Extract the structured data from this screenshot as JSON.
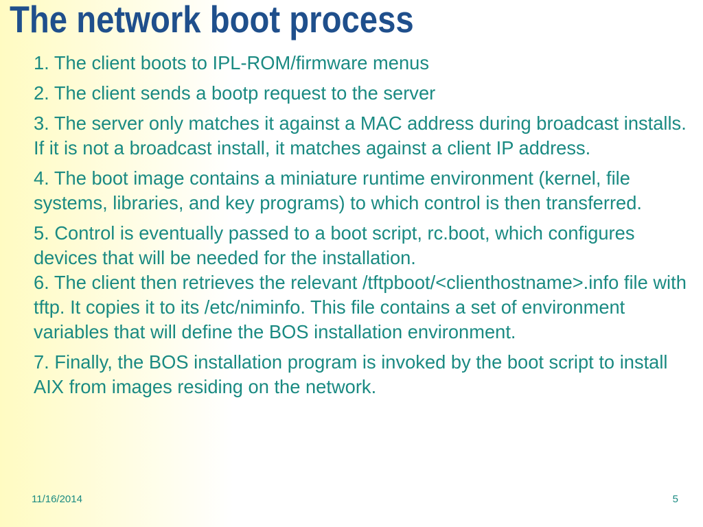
{
  "slide": {
    "title": "The network boot process",
    "steps": [
      "1.  The client boots to IPL-ROM/firmware menus",
      "2.  The client sends a bootp request to the server",
      "3.  The server only matches it against a MAC address during broadcast installs. If it is not a broadcast install, it matches against a client IP address.",
      "4.  The boot image contains a miniature runtime environment (kernel, file systems, libraries, and key programs) to which control is then transferred.",
      "5.  Control is eventually passed to a boot script, rc.boot, which configures devices that will be needed for the installation.",
      "6.  The client then retrieves the relevant /tftpboot/<clienthostname>.info file with tftp. It copies it to its /etc/niminfo. This file contains a set of environment variables that will define the BOS installation environment.",
      "7.  Finally, the BOS installation program is invoked by the boot script to install AIX from images residing on the network."
    ]
  },
  "footer": {
    "date": "11/16/2014",
    "page_number": "5"
  },
  "colors": {
    "title": "#1f4f8c",
    "body_text": "#1a8a82",
    "background_left": "#fffbc2",
    "background": "#ffffff"
  }
}
